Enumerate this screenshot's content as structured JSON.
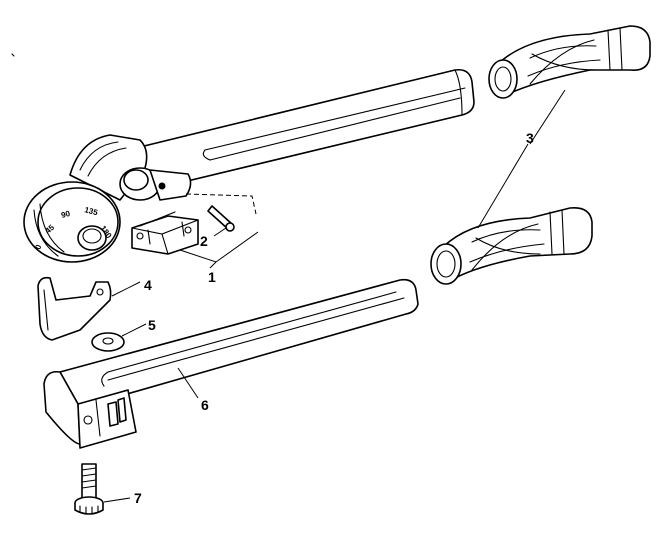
{
  "diagram": {
    "callouts": [
      {
        "id": "1",
        "label": "1"
      },
      {
        "id": "2",
        "label": "2"
      },
      {
        "id": "3",
        "label": "3"
      },
      {
        "id": "4",
        "label": "4"
      },
      {
        "id": "5",
        "label": "5"
      },
      {
        "id": "6",
        "label": "6"
      },
      {
        "id": "7",
        "label": "7"
      }
    ],
    "dial_marks": [
      "0",
      "45",
      "90",
      "135",
      "180"
    ]
  }
}
